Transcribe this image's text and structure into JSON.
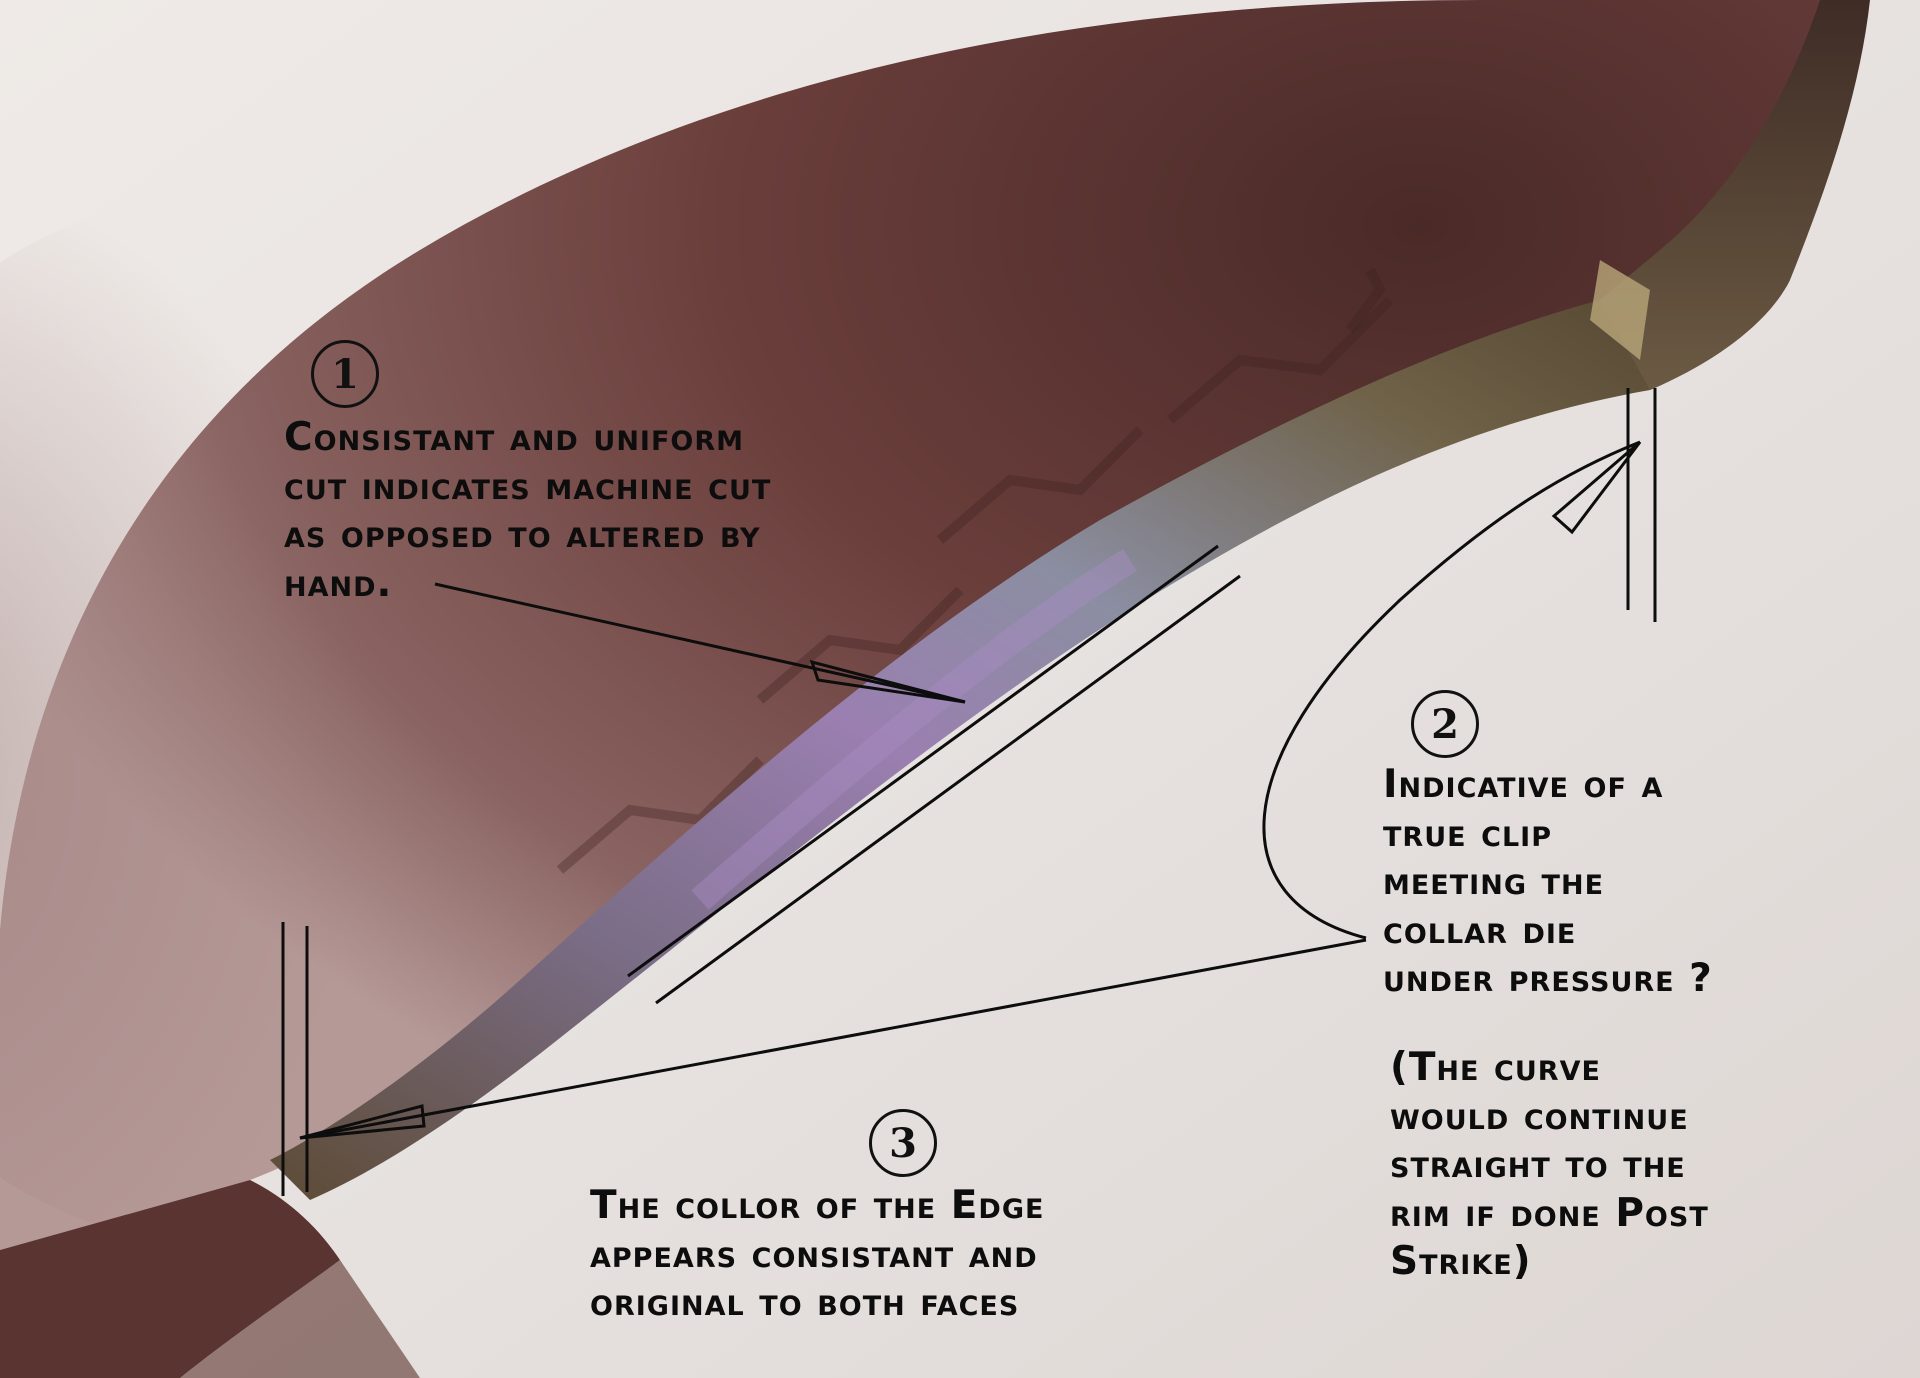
{
  "photo": {
    "subject": "coin-edge-closeup",
    "colors": {
      "background": "#e9e4e2",
      "coin_copper": "#5a3432",
      "edge_bronze": "#6b5a3e",
      "edge_iridescent": "#8a74a6",
      "ink": "#0d0d0d"
    }
  },
  "annotations": [
    {
      "number": "1",
      "lines": [
        "Consistant and uniform",
        "cut indicates machine cut",
        "as opposed to altered by",
        "hand."
      ]
    },
    {
      "number": "2",
      "lines": [
        "Indicative of a",
        "true clip",
        "meeting the",
        "collar die",
        "under  pressure ?"
      ],
      "note_lines": [
        "(The curve",
        "would continue",
        "straight to the",
        "rim if done Post",
        "Strike)"
      ]
    },
    {
      "number": "3",
      "lines": [
        "The collor of the Edge",
        "appears consistant and",
        "original to both faces"
      ]
    }
  ]
}
